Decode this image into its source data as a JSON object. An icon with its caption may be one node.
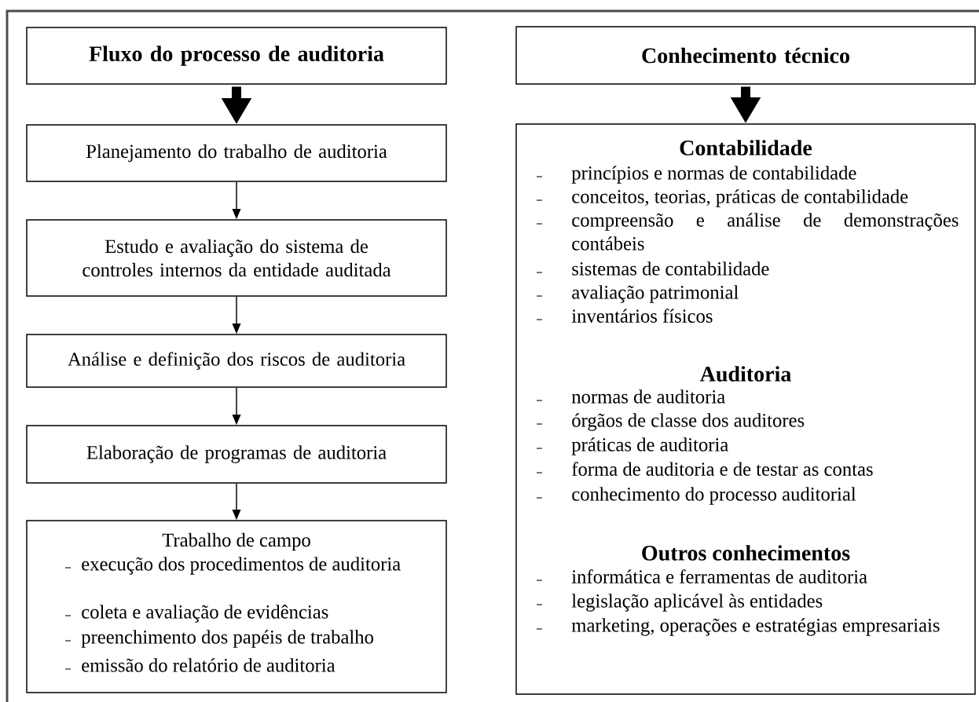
{
  "diagram": {
    "nodes": [
      {
        "text": [
          "Fluxo do processo de auditoria"
        ]
      },
      {
        "text": [
          "Planejamento do trabalho de auditoria"
        ]
      },
      {
        "text": [
          "Estudo e avaliação do sistema de controles internos da entidade auditada"
        ]
      },
      {
        "text": [
          "Análise e definição dos riscos de auditoria"
        ]
      },
      {
        "text": [
          "Elaboração de programas de auditoria"
        ]
      },
      {
        "text": [
          "Trabalho de campo",
          "execução dos procedimentos de auditoria",
          "coleta e avaliação de evidências",
          "preenchimento dos papéis de trabalho",
          "emissão do relatório de auditoria"
        ]
      },
      {
        "text": [
          "Conhecimento técnico"
        ]
      },
      {
        "text": [
          "Contabilidade",
          "princípios e normas de contabilidade",
          "conceitos, teorias, práticas de contabilidade",
          "compreensão e análise de demonstrações contábeis",
          "sistemas de contabilidade",
          "avaliação patrimonial",
          "inventários físicos",
          "Auditoria",
          "normas de auditoria",
          "órgãos de classe dos auditores",
          "práticas de auditoria",
          "forma de auditoria e de testar as contas",
          "conhecimento do processo auditorial",
          "Outros conhecimentos",
          "informática e ferramentas de auditoria",
          "legislação aplicável às entidades",
          "marketing, operações e estratégias empresariais"
        ]
      }
    ],
    "edges": [
      {
        "from": 0,
        "to": 1,
        "arrow": "to",
        "style": "thick"
      },
      {
        "from": 1,
        "to": 2,
        "arrow": "to"
      },
      {
        "from": 2,
        "to": 3,
        "arrow": "to"
      },
      {
        "from": 3,
        "to": 4,
        "arrow": "to"
      },
      {
        "from": 4,
        "to": 5,
        "arrow": "to"
      },
      {
        "from": 6,
        "to": 7,
        "arrow": "to",
        "style": "thick"
      }
    ]
  }
}
